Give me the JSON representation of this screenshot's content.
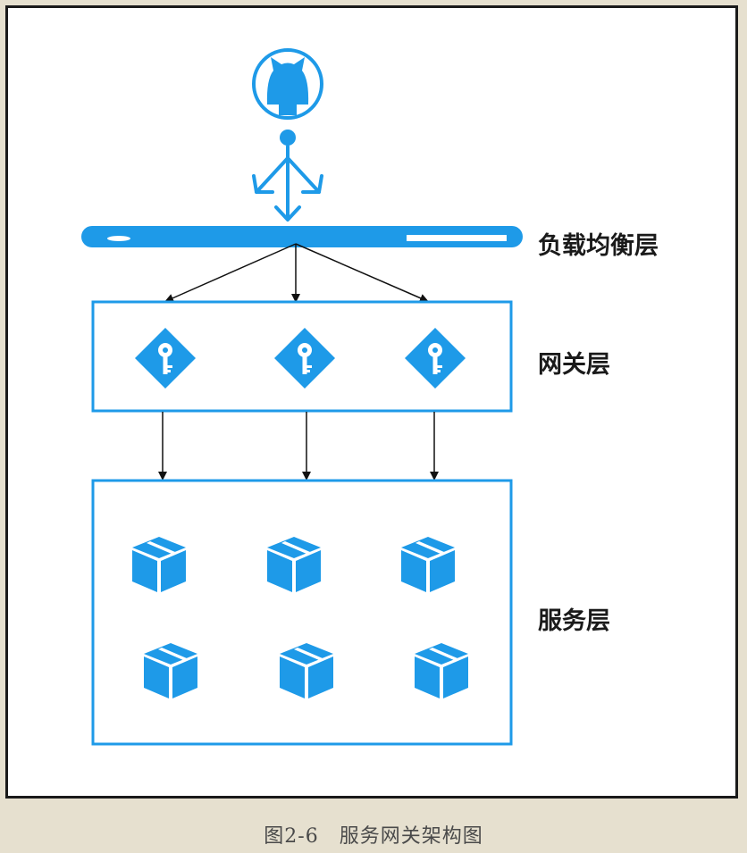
{
  "diagram": {
    "layers": {
      "load_balancer": "负载均衡层",
      "gateway": "网关层",
      "service": "服务层"
    },
    "caption": "图2-6　服务网关架构图"
  },
  "colors": {
    "accent": "#1e9ae8",
    "arrow": "#111111",
    "frame": "#1a1a1a",
    "page_background": "#e6e0cf"
  },
  "icons": {
    "client": "github-octocat-icon",
    "user": "user-icon",
    "gateway": "key-icon",
    "service": "box-icon"
  }
}
